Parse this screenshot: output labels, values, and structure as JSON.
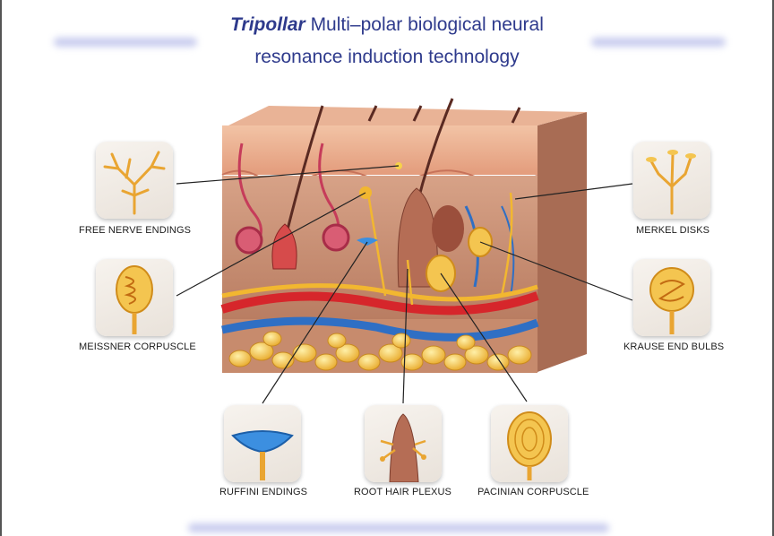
{
  "title": {
    "brand": "Tripollar",
    "line1_rest": " Multi–polar biological neural",
    "line2": "resonance induction technology"
  },
  "receptors": {
    "free_nerve_endings": "FREE NERVE ENDINGS",
    "meissner_corpuscle": "MEISSNER CORPUSCLE",
    "ruffini_endings": "RUFFINI ENDINGS",
    "root_hair_plexus": "ROOT HAIR PLEXUS",
    "pacinian_corpuscle": "PACINIAN CORPUSCLE",
    "merkel_disks": "MERKEL DISKS",
    "krause_end_bulbs": "KRAUSE END BULBS"
  },
  "colors": {
    "title": "#2e3a8c",
    "band": "#b9bde6",
    "skin_top": "#e8a98a",
    "dermis": "#c98f72",
    "artery": "#d6262b",
    "vein": "#2f6fc4",
    "nerve": "#f2b730",
    "fat": "#f3c24a"
  }
}
